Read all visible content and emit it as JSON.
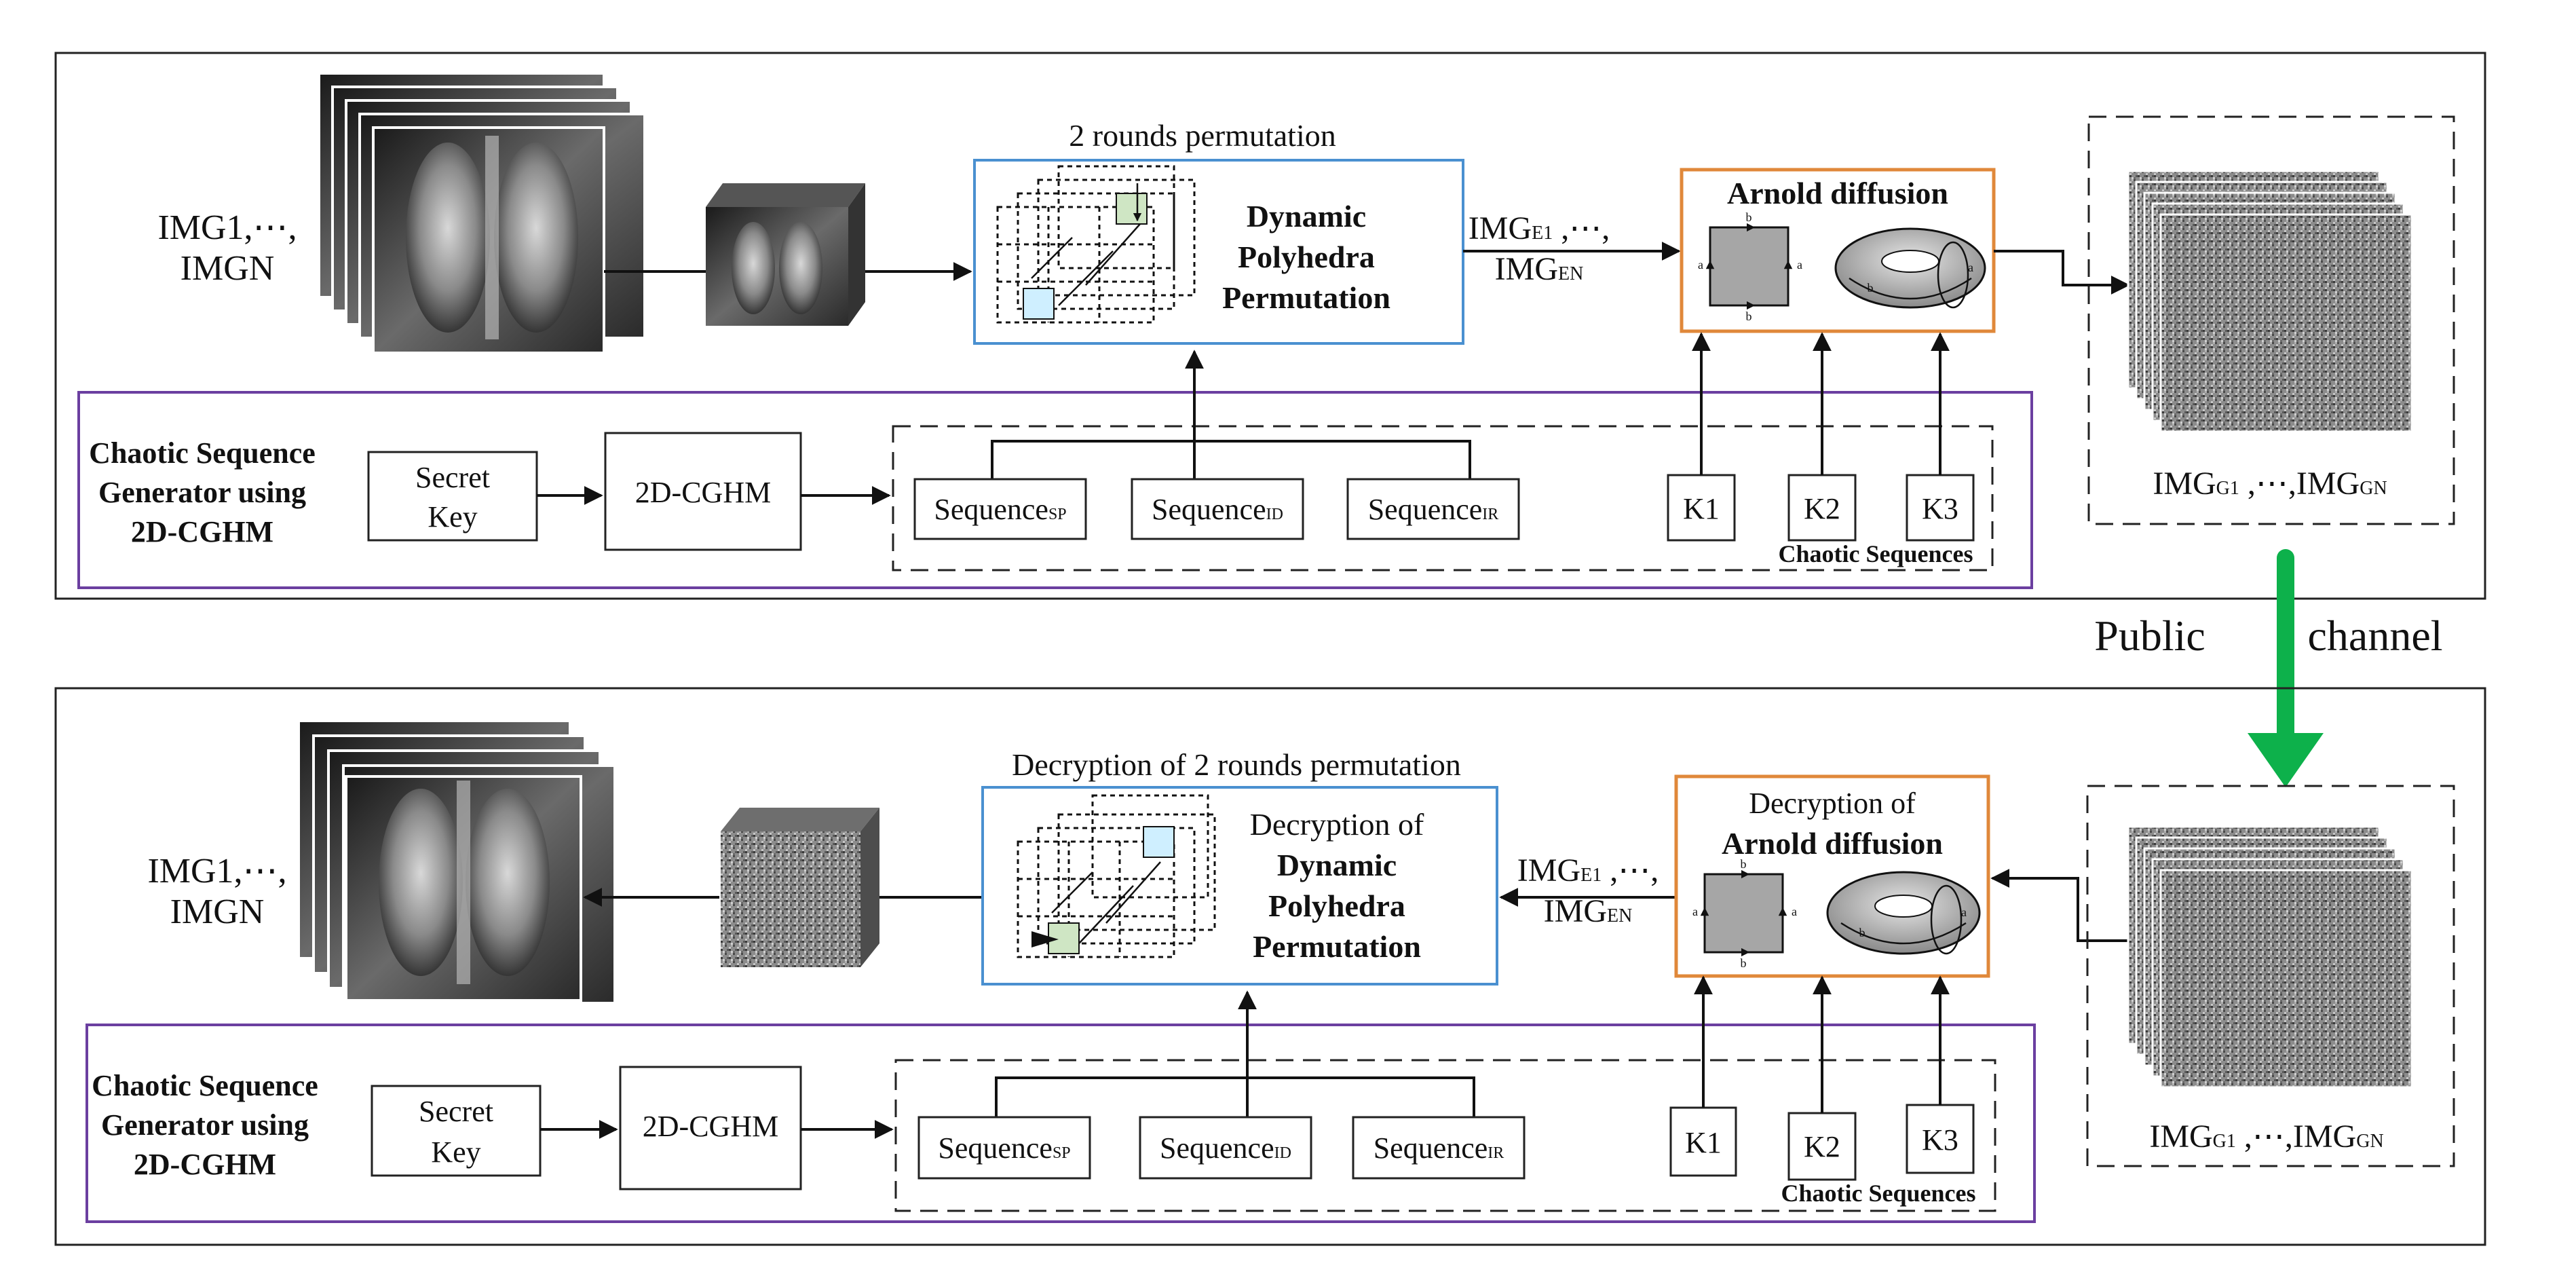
{
  "top": {
    "input_label_1": "IMG1,⋯,",
    "input_label_2": "IMGN",
    "perm_caption": "2 rounds permutation",
    "perm_title": [
      "Dynamic",
      "Polyhedra",
      "Permutation"
    ],
    "mid_label_1": "IMG",
    "mid_sub_1": "E1",
    "mid_tail_1": " ,⋯,",
    "mid_label_2": "IMG",
    "mid_sub_2": "EN",
    "arnold_title": "Arnold diffusion",
    "output_label": "IMG",
    "output_sub_1": "G1",
    "output_mid": " ,⋯,IMG",
    "output_sub_2": "GN"
  },
  "bottom": {
    "output_label_1": "IMG1,⋯,",
    "output_label_2": "IMGN",
    "perm_caption": "Decryption of 2 rounds permutation",
    "perm_title_prefix": "Decryption of",
    "perm_title": [
      "Dynamic",
      "Polyhedra",
      "Permutation"
    ],
    "mid_label_1": "IMG",
    "mid_sub_1": "E1",
    "mid_tail_1": " ,⋯,",
    "mid_label_2": "IMG",
    "mid_sub_2": "EN",
    "arnold_prefix": "Decryption of",
    "arnold_title": "Arnold diffusion",
    "input_label": "IMG",
    "input_sub_1": "G1",
    "input_mid": " ,⋯,IMG",
    "input_sub_2": "GN"
  },
  "generator": {
    "title": [
      "Chaotic Sequence",
      "Generator using",
      "2D-CGHM"
    ],
    "secret_key": [
      "Secret",
      "Key"
    ],
    "map_name": "2D-CGHM",
    "seq_sp": "Sequence",
    "seq_sp_sub": "SP",
    "seq_id": "Sequence",
    "seq_id_sub": "ID",
    "seq_ir": "Sequence",
    "seq_ir_sub": "IR",
    "k1": "K1",
    "k2": "K2",
    "k3": "K3",
    "seq_group_label": "Chaotic Sequences"
  },
  "channel": {
    "label_1": "Public",
    "label_2": "channel",
    "arrow_color": "#0db14b"
  },
  "torus_labels": {
    "a": "a",
    "b": "b"
  }
}
